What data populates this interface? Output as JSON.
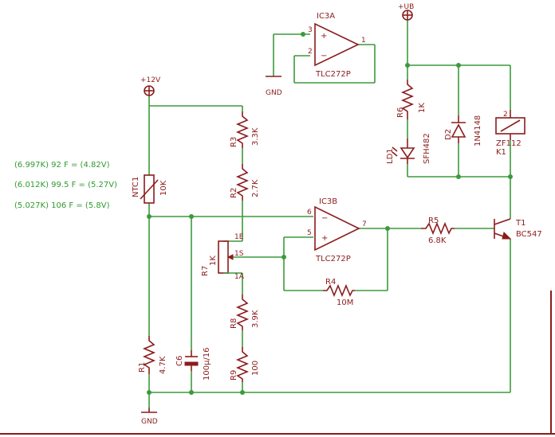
{
  "supplies": {
    "v12": "+12V",
    "ub": "+UB",
    "gnd1": "GND",
    "gnd2": "GND"
  },
  "notes": [
    "(6.997K) 92 F = (4.82V)",
    "(6.012K) 99.5 F = (5.27V)",
    "(5.027K) 106 F = (5.8V)"
  ],
  "opamps": {
    "ic3a": {
      "name": "IC3A",
      "value": "TLC272P",
      "pin_in_pos": "3",
      "pin_in_neg": "2",
      "pin_out": "1"
    },
    "ic3b": {
      "name": "IC3B",
      "value": "TLC272P",
      "pin_in_neg": "6",
      "pin_in_pos": "5",
      "pin_out": "7"
    }
  },
  "parts": {
    "ntc1": {
      "name": "NTC1",
      "value": "10K"
    },
    "r1": {
      "name": "R1",
      "value": "4.7K"
    },
    "r2": {
      "name": "R2",
      "value": "2.7K"
    },
    "r3": {
      "name": "R3",
      "value": "3.3K"
    },
    "r4": {
      "name": "R4",
      "value": "10M"
    },
    "r5": {
      "name": "R5",
      "value": "6.8K"
    },
    "r6": {
      "name": "R6",
      "value": "1K"
    },
    "r7": {
      "name": "R7",
      "value": "1K",
      "pin_e": "1E",
      "pin_s": "1S",
      "pin_a": "1A"
    },
    "r8": {
      "name": "R8",
      "value": "3.9K"
    },
    "r9": {
      "name": "R9",
      "value": "100"
    },
    "c6": {
      "name": "C6",
      "value": "100µ/16"
    },
    "d2": {
      "name": "D2",
      "value": "1N4148"
    },
    "ld1": {
      "name": "LD1",
      "value": "SFH482"
    },
    "k1": {
      "name": "K1",
      "value": "ZF112",
      "pin": "2"
    },
    "t1": {
      "name": "T1",
      "value": "BC547"
    }
  },
  "colors": {
    "wire": "#3c9a3c",
    "part": "#8b1c1c",
    "note": "#2f9a2f"
  }
}
